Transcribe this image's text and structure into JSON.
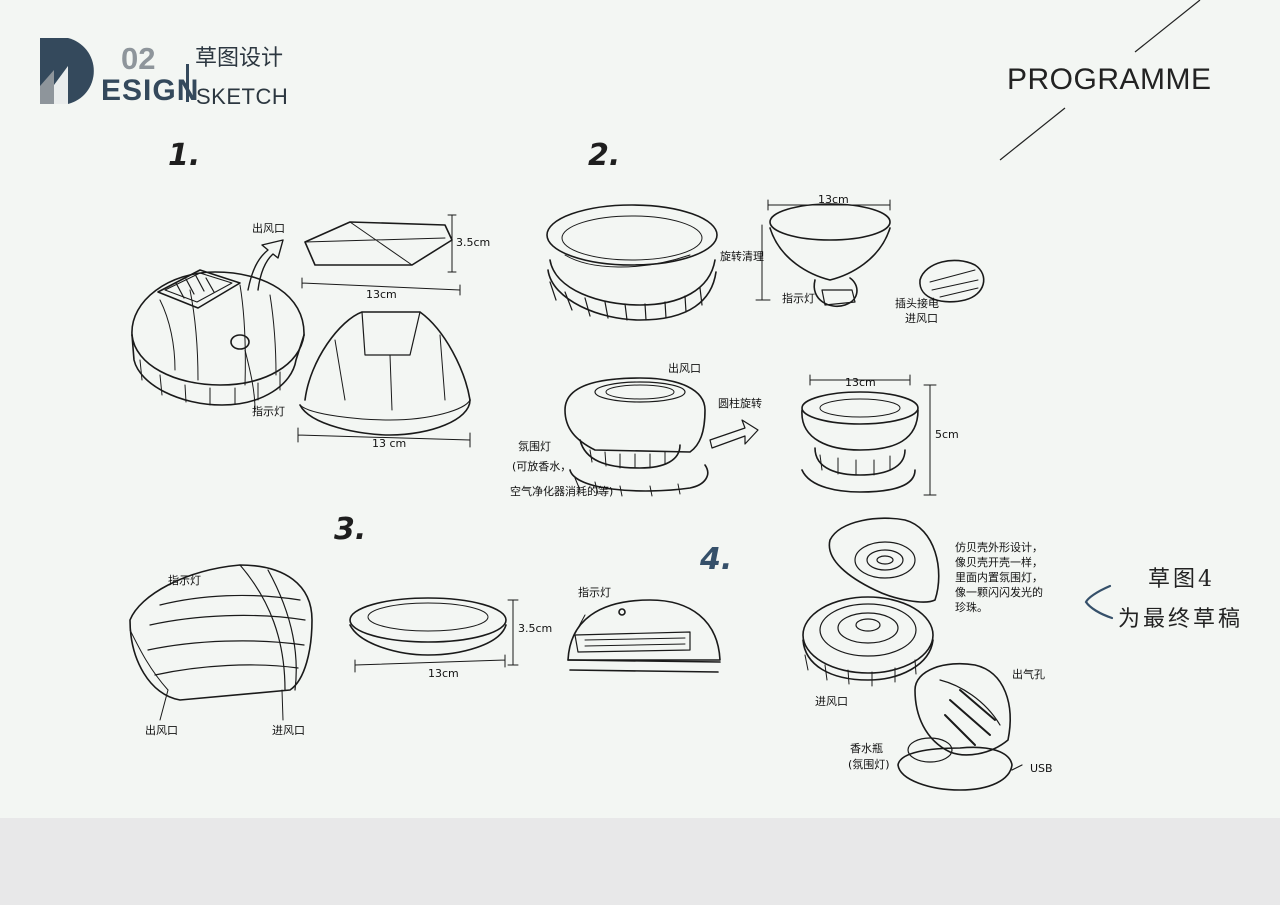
{
  "header": {
    "logo_letter": "D",
    "logo_word": "ESIGN",
    "section_number": "02",
    "section_title_cn": "草图设计",
    "section_title_en": "SKETCH",
    "programme_label": "PROGRAMME"
  },
  "sketches": {
    "s1": {
      "number": "1.",
      "outlet_label": "出风口",
      "height_dim": "3.5cm",
      "width_dim_top": "13cm",
      "width_dim_bottom": "13 cm",
      "indicator_label": "指示灯"
    },
    "s2": {
      "number": "2.",
      "rotate_clean": "旋转清理",
      "indicator_label": "指示灯",
      "inlet_label": "进风口",
      "usb_label": "插头接电",
      "outlet_label": "出风口",
      "rotate_label": "圆柱旋转",
      "ambient_light": "氛围灯",
      "ambient_note_1": "(可放香水，",
      "ambient_note_2": "空气净化器消耗的等)",
      "dim_top": "13cm",
      "dim_side": "5cm"
    },
    "s3": {
      "number": "3.",
      "indicator_label": "指示灯",
      "outlet_label": "出风口",
      "inlet_label": "进风口",
      "height_dim": "3.5cm",
      "width_dim": "13cm"
    },
    "s4": {
      "number": "4.",
      "indicator_label": "指示灯",
      "design_note": "仿贝壳外形设计，像贝壳开壳一样，里面内置氛围灯，像一颗闪闪发光的珍珠。",
      "inlet_label": "进风口",
      "outlet_label": "出气孔",
      "aroma_label_1": "香水瓶",
      "aroma_label_2": "(氛围灯)",
      "usb_label": "USB"
    }
  },
  "final_note": {
    "line1": "草图4",
    "line2": "为最终草稿"
  },
  "colors": {
    "brand": "#34495c",
    "accent_grey": "#8e959b",
    "paper": "#f3f6f3",
    "band": "#e8e8e9"
  }
}
